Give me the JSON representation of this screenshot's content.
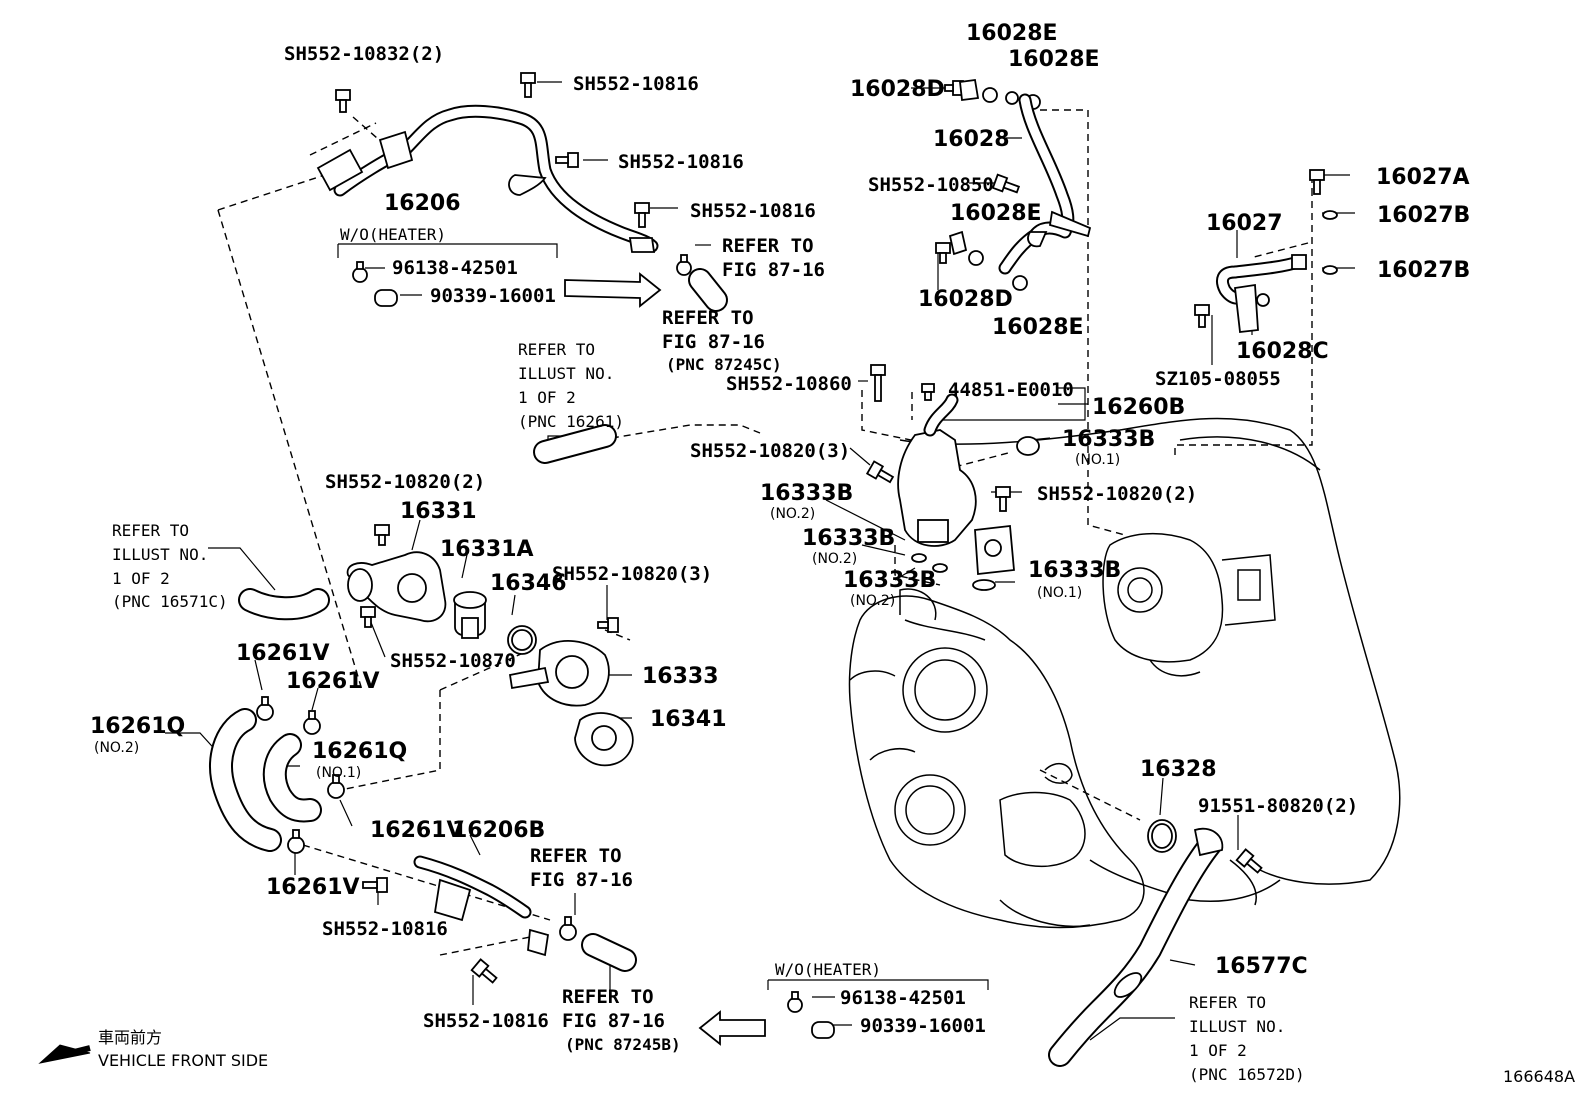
{
  "diagram_id": "166648A",
  "labels": {
    "sh10832": "SH552-10832(2)",
    "sh10816_a": "SH552-10816",
    "sh10816_b": "SH552-10816",
    "sh10816_c": "SH552-10816",
    "sh10816_d": "SH552-10816",
    "sh10816_e": "SH552-10816",
    "p16206": "16206",
    "p16206b": "16206B",
    "woheater_top": "W/O(HEATER)",
    "woheater_bot": "W/O(HEATER)",
    "p96138_top": "96138-42501",
    "p90339_top": "90339-16001",
    "p96138_bot": "96138-42501",
    "p90339_bot": "90339-16001",
    "ref_fig_a1": "REFER TO",
    "ref_fig_a2": "FIG 87-16",
    "ref_fig_b1": "REFER TO",
    "ref_fig_b2": "FIG 87-16",
    "ref_fig_b3": "(PNC 87245C)",
    "ref_fig_c1": "REFER TO",
    "ref_fig_c2": "FIG 87-16",
    "ref_fig_d1": "REFER TO",
    "ref_fig_d2": "FIG 87-16",
    "ref_fig_d3": "(PNC 87245B)",
    "ref_ill_a1": "REFER TO",
    "ref_ill_a2": "ILLUST NO.",
    "ref_ill_a3": "1 OF 2",
    "ref_ill_a4": "(PNC 16261)",
    "ref_ill_b1": "REFER TO",
    "ref_ill_b2": "ILLUST NO.",
    "ref_ill_b3": "1 OF 2",
    "ref_ill_b4": "(PNC 16571C)",
    "ref_ill_c1": "REFER TO",
    "ref_ill_c2": "ILLUST NO.",
    "ref_ill_c3": "1 OF 2",
    "ref_ill_c4": "(PNC 16572D)",
    "p16028e_1": "16028E",
    "p16028e_2": "16028E",
    "p16028e_3": "16028E",
    "p16028e_4": "16028E",
    "p16028d_1": "16028D",
    "p16028d_2": "16028D",
    "p16028": "16028",
    "sh10850": "SH552-10850",
    "p16027a": "16027A",
    "p16027b_1": "16027B",
    "p16027b_2": "16027B",
    "p16027": "16027",
    "p16028c": "16028C",
    "sz105": "SZ105-08055",
    "sh10860": "SH552-10860",
    "p44851": "44851-E0010",
    "p16260b": "16260B",
    "sh10820_3a": "SH552-10820(3)",
    "p16333b_1": "16333B",
    "no1_1": "(NO.1)",
    "p16333b_2": "16333B",
    "no2_1": "(NO.2)",
    "sh10820_2a": "SH552-10820(2)",
    "p16333b_3": "16333B",
    "no2_2": "(NO.2)",
    "p16333b_4": "16333B",
    "no2_3": "(NO.2)",
    "p16333b_5": "16333B",
    "no1_2": "(NO.1)",
    "sh10820_2b": "SH552-10820(2)",
    "p16331": "16331",
    "p16331a": "16331A",
    "p16346": "16346",
    "sh10820_3b": "SH552-10820(3)",
    "sh10870": "SH552-10870",
    "p16333": "16333",
    "p16341": "16341",
    "p16261v_1": "16261V",
    "p16261v_2": "16261V",
    "p16261v_3": "16261V",
    "p16261v_4": "16261V",
    "p16261q_1": "16261Q",
    "no2_q": "(NO.2)",
    "p16261q_2": "16261Q",
    "no1_q": "(NO.1)",
    "p16328": "16328",
    "p91551": "91551-80820(2)",
    "p16577c": "16577C",
    "front_jp": "車両前方",
    "front_en": "VEHICLE FRONT SIDE"
  }
}
